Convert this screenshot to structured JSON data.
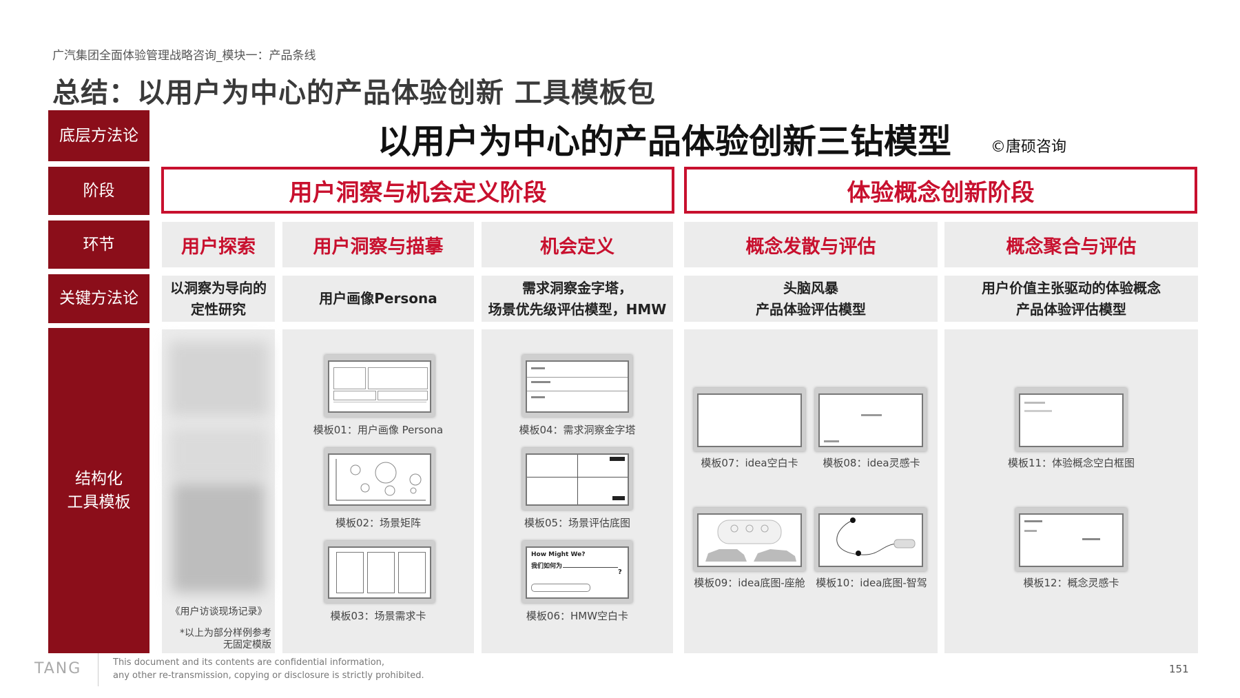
{
  "header": {
    "breadcrumb": "广汽集团全面体验管理战略咨询_模块一：产品条线",
    "title": "总结：以用户为中心的产品体验创新 工具模板包"
  },
  "model": {
    "title": "以用户为中心的产品体验创新三钻模型",
    "copyright": "©唐硕咨询"
  },
  "row_labels": {
    "method_base": "底层方法论",
    "stage": "阶段",
    "link": "环节",
    "key_method": "关键方法论",
    "tools": "结构化\n工具模板"
  },
  "stages": {
    "insight": "用户洞察与机会定义阶段",
    "concept": "体验概念创新阶段"
  },
  "links": {
    "explore": "用户探索",
    "portrait": "用户洞察与描摹",
    "opportunity": "机会定义",
    "diverge": "概念发散与评估",
    "converge": "概念聚合与评估"
  },
  "methods": {
    "explore": "以洞察为导向的\n定性研究",
    "portrait": "用户画像Persona",
    "opportunity": "需求洞察金字塔，\n场景优先级评估模型，HMW",
    "diverge": "头脑风暴\n产品体验评估模型",
    "converge": "用户价值主张驱动的体验概念\n产品体验评估模型"
  },
  "tools": {
    "interview_caption": "《用户访谈现场记录》",
    "sample_note": "*以上为部分样例参考\n无固定模版",
    "t01": "模板01：用户画像 Persona",
    "t02": "模板02：场景矩阵",
    "t03": "模板03：场景需求卡",
    "t04": "模板04：需求洞察金字塔",
    "t05": "模板05：场景评估底图",
    "t06": "模板06：HMW空白卡",
    "t07": "模板07：idea空白卡",
    "t08": "模板08：idea灵感卡",
    "t09": "模板09：idea底图-座舱",
    "t10": "模板10：idea底图-智驾",
    "t11": "模板11：体验概念空白框图",
    "t12": "模板12：概念灵感卡",
    "hmw_line1": "How Might We?",
    "hmw_line2": "我们如何为",
    "hmw_q": "?"
  },
  "footer": {
    "logo": "TANG",
    "line1": "This document and its contents are confidential information,",
    "line2": "any other re-transmission, copying or disclosure is strictly prohibited.",
    "page": "151"
  },
  "colors": {
    "brand_red": "#c8102e",
    "label_bg": "#8b0e1a",
    "panel_bg": "#ececec"
  }
}
